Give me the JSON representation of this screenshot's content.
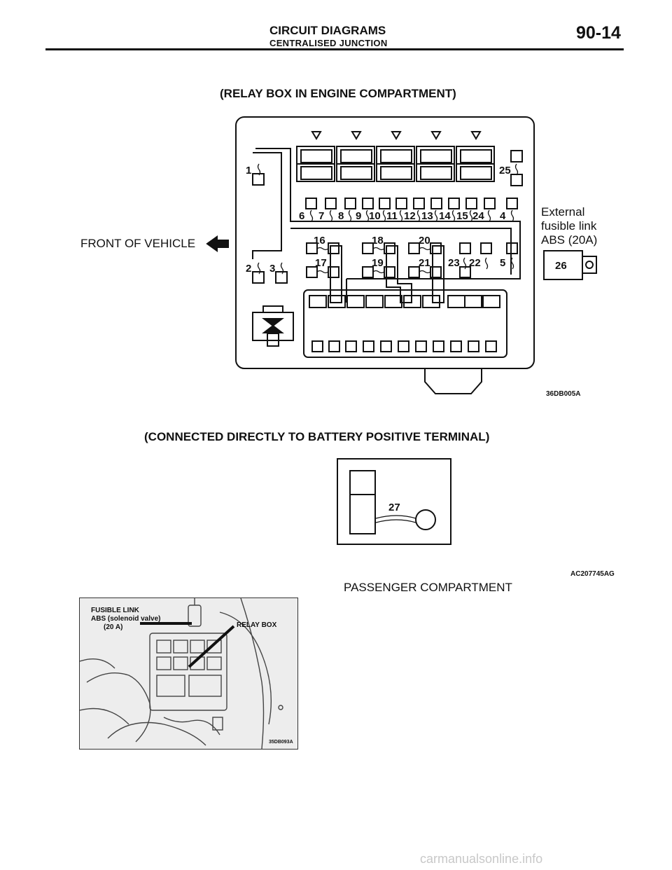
{
  "header": {
    "title": "CIRCUIT DIAGRAMS",
    "subtitle": "CENTRALISED JUNCTION",
    "page": "90-14"
  },
  "relay_box": {
    "caption": "(RELAY BOX IN ENGINE COMPARTMENT)",
    "front_label": "FRONT OF VEHICLE",
    "external_label": [
      "External",
      "fusible link",
      "ABS  (20A)"
    ],
    "fuse_26": "26",
    "code": "36DB005A",
    "numbers": {
      "n1": "1",
      "n2": "2",
      "n3": "3",
      "n4": "4",
      "n5": "5",
      "n6": "6",
      "n7": "7",
      "n8": "8",
      "n9": "9",
      "n10": "10",
      "n11": "11",
      "n12": "12",
      "n13": "13",
      "n14": "14",
      "n15": "15",
      "n16": "16",
      "n17": "17",
      "n18": "18",
      "n19": "19",
      "n20": "20",
      "n21": "21",
      "n22": "22",
      "n23": "23",
      "n24": "24",
      "n25": "25"
    }
  },
  "battery": {
    "caption": "(CONNECTED DIRECTLY TO BATTERY POSITIVE TERMINAL)",
    "number": "27",
    "code": "AC207745AG"
  },
  "photo": {
    "caption": "PASSENGER COMPARTMENT",
    "label_fusible": "FUSIBLE LINK",
    "label_abs": "ABS (solenoid valve)",
    "label_amp": "(20 A)",
    "label_relay": "RELAY BOX",
    "code": "35DB093A"
  },
  "footer": {
    "watermark": "carmanualsonline.info"
  }
}
